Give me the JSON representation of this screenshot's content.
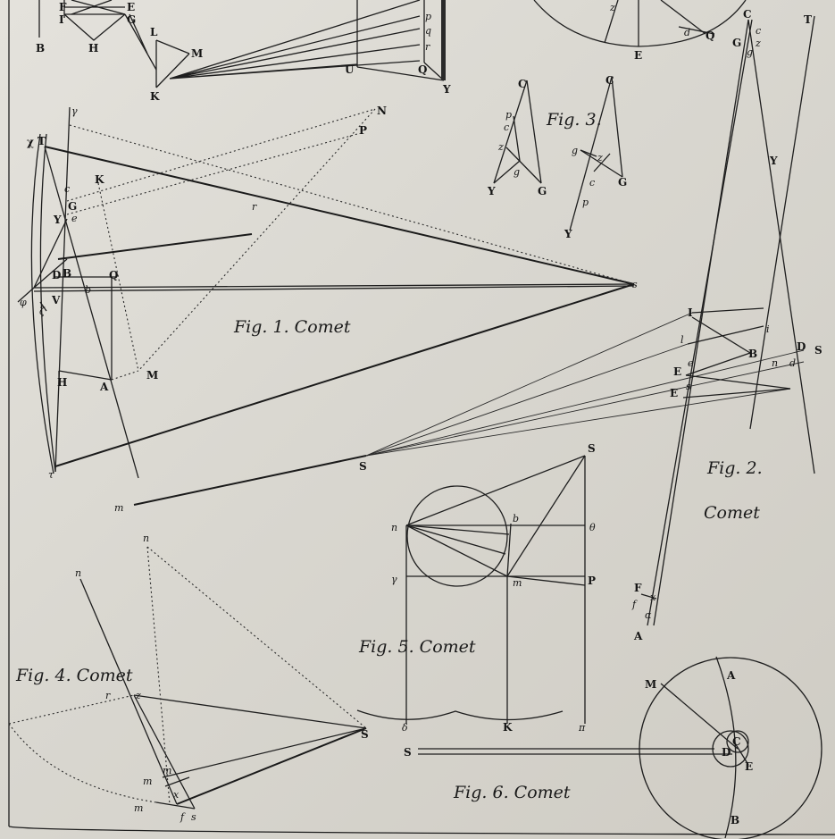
{
  "captions": {
    "fig1": "Fig. 1. Comet",
    "fig2_line1": "Fig. 2.",
    "fig2_line2": "Comet",
    "fig3": "Fig. 3.",
    "fig4": "Fig. 4. Comet",
    "fig5": "Fig. 5. Comet",
    "fig6": "Fig. 6. Comet"
  },
  "labels": {
    "top": {
      "B": "B",
      "F": "F",
      "I": "I",
      "E": "E",
      "G": "G",
      "H": "H",
      "L": "L",
      "M": "M",
      "K": "K",
      "U": "U",
      "Q": "Q",
      "p": "p",
      "q": "q",
      "r": "r",
      "Y": "Y",
      "top_E": "E",
      "top_Q": "Q",
      "top_d": "d",
      "top_z": "z"
    },
    "fig1": {
      "chi": "χ",
      "T": "T",
      "gamma_top": "γ",
      "c": "c",
      "K": "K",
      "G": "G",
      "Y": "Y",
      "e": "e",
      "N": "N",
      "P": "P",
      "r": "r",
      "D": "D",
      "B": "B",
      "Q": "Q",
      "b": "b",
      "S": "s",
      "phi": "φ",
      "zeta": "ζ",
      "V": "V",
      "H": "H",
      "A": "A",
      "M": "M",
      "t": "τ"
    },
    "fig2": {
      "C": "C",
      "c": "c",
      "G": "G",
      "z": "z",
      "g": "g",
      "T": "T",
      "Y": "Y",
      "I": "I",
      "i": "i",
      "l": "l",
      "B": "B",
      "E": "E",
      "e": "e",
      "D": "D",
      "S": "S",
      "n": "n",
      "d": "d",
      "E2": "E",
      "s2": "s",
      "S2": "S",
      "F": "F",
      "f": "f",
      "x": "x",
      "alpha": "α",
      "A": "A"
    },
    "fig3": {
      "C1": "C",
      "p": "p",
      "c": "c",
      "z": "z",
      "g": "g",
      "Y1": "Y",
      "G1": "G",
      "C2": "C",
      "g2": "g",
      "z2": "z",
      "G2": "G",
      "c2": "c",
      "p2": "p",
      "Y2": "Y"
    },
    "fig4": {
      "n_left": "n",
      "n_top": "n",
      "r": "r",
      "z": "z",
      "S": "S",
      "m1": "m",
      "m2": "m",
      "m3": "m",
      "x": "x",
      "f": "f",
      "s": "s"
    },
    "fig5": {
      "S": "S",
      "n": "n",
      "b": "b",
      "theta": "θ",
      "gamma": "γ",
      "m": "m",
      "P": "P",
      "delta": "δ",
      "K": "K",
      "pi": "π",
      "m_left": "m"
    },
    "fig6": {
      "M": "M",
      "A": "A",
      "C": "C",
      "D": "D",
      "E": "E",
      "B": "B",
      "S": "S"
    }
  }
}
